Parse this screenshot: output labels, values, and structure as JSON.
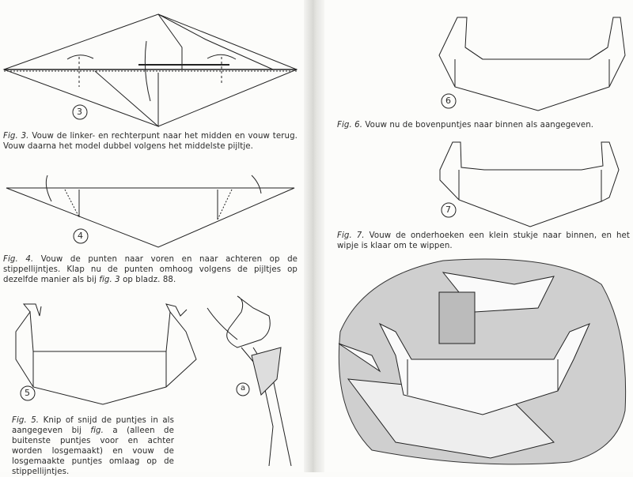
{
  "left_page": {
    "fig3": {
      "number": "3",
      "caption_ref": "Fig. 3.",
      "caption": " Vouw de linker- en rechterpunt naar het midden en vouw terug. Vouw daarna het model dubbel volgens het middelste pijltje."
    },
    "fig4": {
      "number": "4",
      "caption_ref": "Fig. 4.",
      "caption_a": " Vouw de punten naar voren en naar achteren op de stippellijntjes. Klap nu de punten omhoog volgens de pijltjes op dezelfde manier als bij ",
      "caption_ref2": "fig. 3",
      "caption_b": " op bladz. 88."
    },
    "fig5": {
      "number": "5",
      "detail_label": "a",
      "caption_ref": "Fig. 5.",
      "caption_a": " Knip of snijd de puntjes in als aangegeven bij ",
      "caption_ref2": "fig.",
      "caption_b": " a (alleen de buitenste puntjes voor en achter worden losgemaakt) en vouw de losgemaakte puntjes omlaag op de stippellijntjes."
    }
  },
  "right_page": {
    "fig6": {
      "number": "6",
      "caption_ref": "Fig. 6.",
      "caption": " Vouw nu de bovenpuntjes naar binnen als aangegeven."
    },
    "fig7": {
      "number": "7",
      "caption_ref": "Fig. 7.",
      "caption": " Vouw de onderhoeken een klein stukje naar binnen, en het wipje is klaar om te wippen."
    }
  }
}
